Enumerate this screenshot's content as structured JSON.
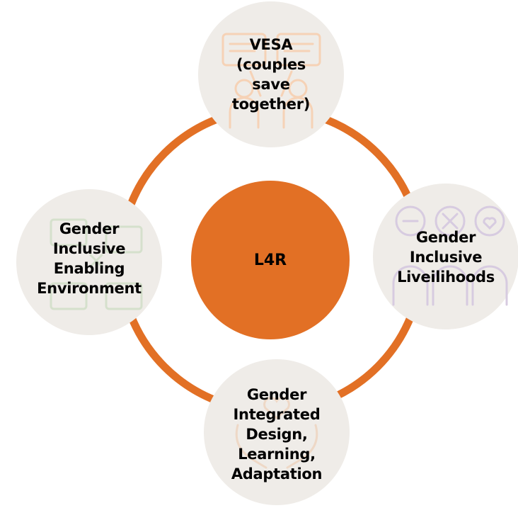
{
  "center": {
    "label": "L4R",
    "color": "#E27025"
  },
  "ring_color": "#E27025",
  "nodes": [
    {
      "id": "top",
      "label": "VESA\n(couples\nsave\ntogether)",
      "icon": "meeting-board-icon",
      "icon_color": "#F6D2B6"
    },
    {
      "id": "right",
      "label": "Gender\nInclusive\nLiveilihoods",
      "icon": "people-speech-icon",
      "icon_color": "#D7CBE0"
    },
    {
      "id": "bottom",
      "label": "Gender\nIntegrated\nDesign,\nLearning,\nAdaptation",
      "icon": "hands-care-icon",
      "icon_color": "#EED8C6"
    },
    {
      "id": "left",
      "label": "Gender\nInclusive\nEnabling\nEnvironment",
      "icon": "collaboration-icon",
      "icon_color": "#D5E0CC"
    }
  ],
  "node_fill": "#EFECE8"
}
